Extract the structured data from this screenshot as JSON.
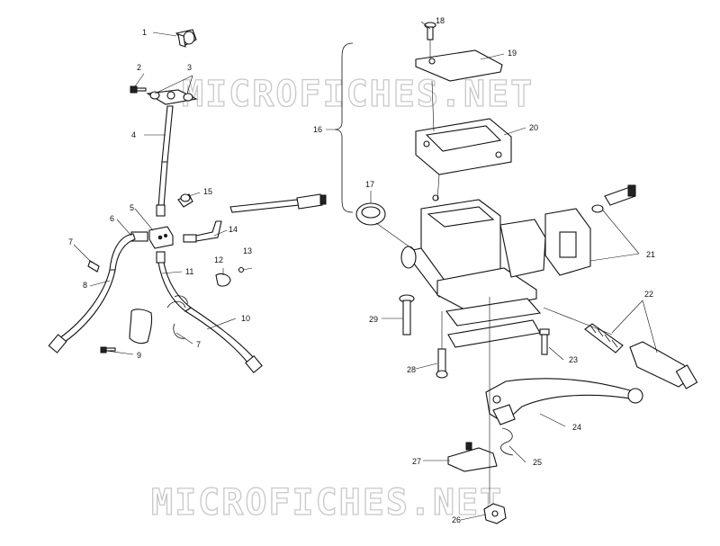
{
  "watermark": {
    "top": "MICROFICHES.NET",
    "bottom": "MICROFICHES.NET"
  },
  "callouts": [
    "1",
    "2",
    "3",
    "4",
    "5",
    "6",
    "7",
    "7",
    "8",
    "9",
    "10",
    "11",
    "12",
    "13",
    "14",
    "15",
    "16",
    "17",
    "18",
    "19",
    "20",
    "21",
    "22",
    "23",
    "24",
    "25",
    "26",
    "27",
    "28",
    "29"
  ]
}
